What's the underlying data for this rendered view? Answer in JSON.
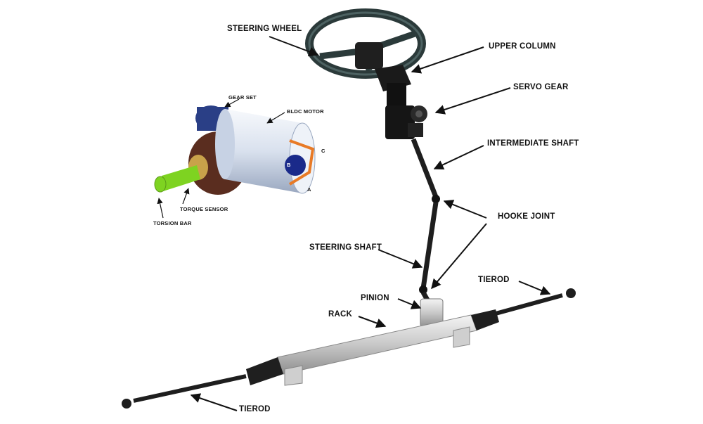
{
  "labels": {
    "steering_wheel": "STEERING WHEEL",
    "upper_column": "UPPER COLUMN",
    "servo_gear": "SERVO GEAR",
    "intermediate_shaft": "INTERMEDIATE SHAFT",
    "hooke_joint": "HOOKE JOINT",
    "steering_shaft": "STEERING SHAFT",
    "pinion": "PINION",
    "rack": "RACK",
    "tierod_right": "TIEROD",
    "tierod_left": "TIEROD"
  },
  "inset": {
    "gear_set": "GEAR SET",
    "bldc_motor": "BLDC MOTOR",
    "torque_sensor": "TORQUE SENSOR",
    "torsion_bar": "TORSION BAR",
    "phase_a": "A",
    "phase_b": "B",
    "phase_c": "C"
  },
  "colors": {
    "wheel": "#2b3a3a",
    "shaft": "#1e1e1e",
    "rack_body": "#d9d9d9",
    "motor_body": "#e6ecf5",
    "gear_blue": "#2a3f86",
    "gear_brown": "#5a2d1f",
    "torsion_bar": "#7ed321",
    "torque_sensor": "#c9a24a",
    "winding": "#e87a26"
  }
}
